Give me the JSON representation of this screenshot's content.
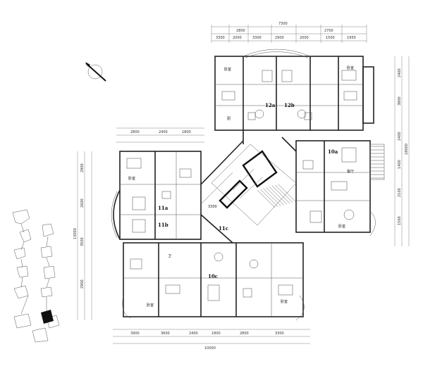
{
  "drawing": {
    "unit_labels": [
      "12a",
      "12b",
      "11a",
      "11b",
      "10a",
      "11c",
      "10c"
    ],
    "room_labels": [
      "卧室",
      "厨",
      "客厅",
      "卫"
    ],
    "dimensions_top_row1": [
      "7300",
      "2800",
      "2700"
    ],
    "dimensions_top_row2": [
      "3300",
      "2000",
      "3300",
      "2900",
      "2000",
      "1500",
      "1950"
    ],
    "dimensions_left": [
      "2900",
      "2600",
      "3500",
      "2900",
      "13000"
    ],
    "dimensions_right": [
      "2400",
      "3800",
      "2400",
      "1400",
      "2100",
      "1500",
      "18000"
    ],
    "dimensions_bottom_row1": [
      "3900",
      "3600",
      "2400",
      "1800",
      "2800",
      "3300"
    ],
    "dimensions_bottom_row2": [
      "10000"
    ],
    "dimension_mid_left": [
      "2800",
      "2400",
      "1800"
    ],
    "dimension_stair": "3300"
  }
}
